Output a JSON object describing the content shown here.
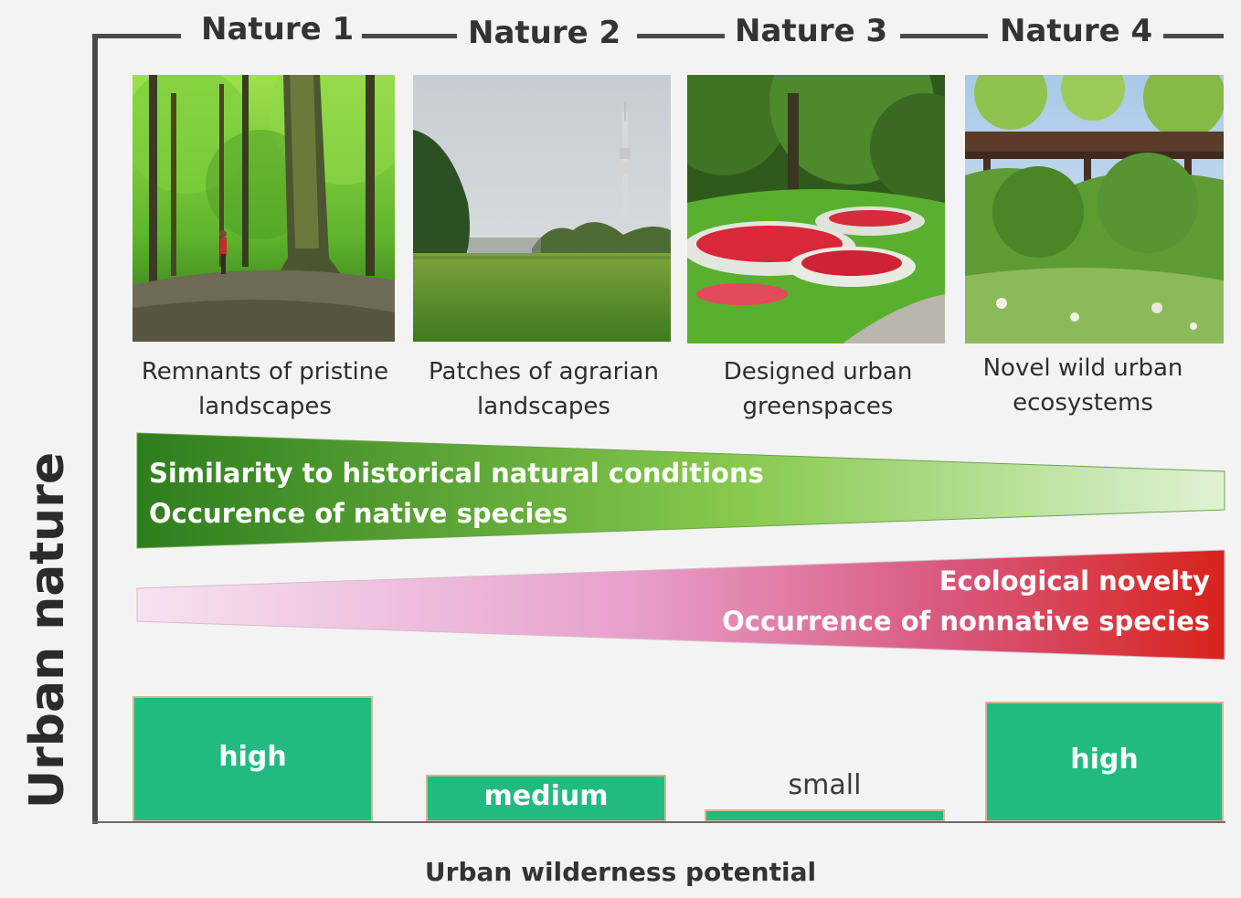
{
  "diagram": {
    "y_axis_label": "Urban nature",
    "x_axis_label": "Urban wilderness potential",
    "categories": [
      {
        "title": "Nature 1",
        "caption": "Remnants of pristine\nlandscapes",
        "photo_icon": "forest-photo"
      },
      {
        "title": "Nature 2",
        "caption": "Patches of agrarian\nlandscapes",
        "photo_icon": "farmland-tower-photo"
      },
      {
        "title": "Nature 3",
        "caption": "Designed urban\ngreenspaces",
        "photo_icon": "flower-garden-photo"
      },
      {
        "title": "Nature 4",
        "caption": "Novel wild urban\necosystems",
        "photo_icon": "industrial-wild-photo"
      }
    ],
    "gradients": {
      "native": {
        "line1": "Similarity to historical natural conditions",
        "line2": "Occurence of native species",
        "color_start": "#2e7d1e",
        "color_end": "#dff2d4"
      },
      "novel": {
        "line1": "Ecological novelty",
        "line2": "Occurrence of nonnative species",
        "color_start": "#f6e2f1",
        "color_end": "#d8231c"
      }
    },
    "potential": [
      {
        "label": "high",
        "level": 1.0
      },
      {
        "label": "medium",
        "level": 0.38
      },
      {
        "label": "small",
        "level": 0.1
      },
      {
        "label": "high",
        "level": 0.96
      }
    ],
    "colors": {
      "bar": "#22bb7f",
      "bar_border": "#d2b891",
      "axis": "#4a4a4a"
    }
  }
}
